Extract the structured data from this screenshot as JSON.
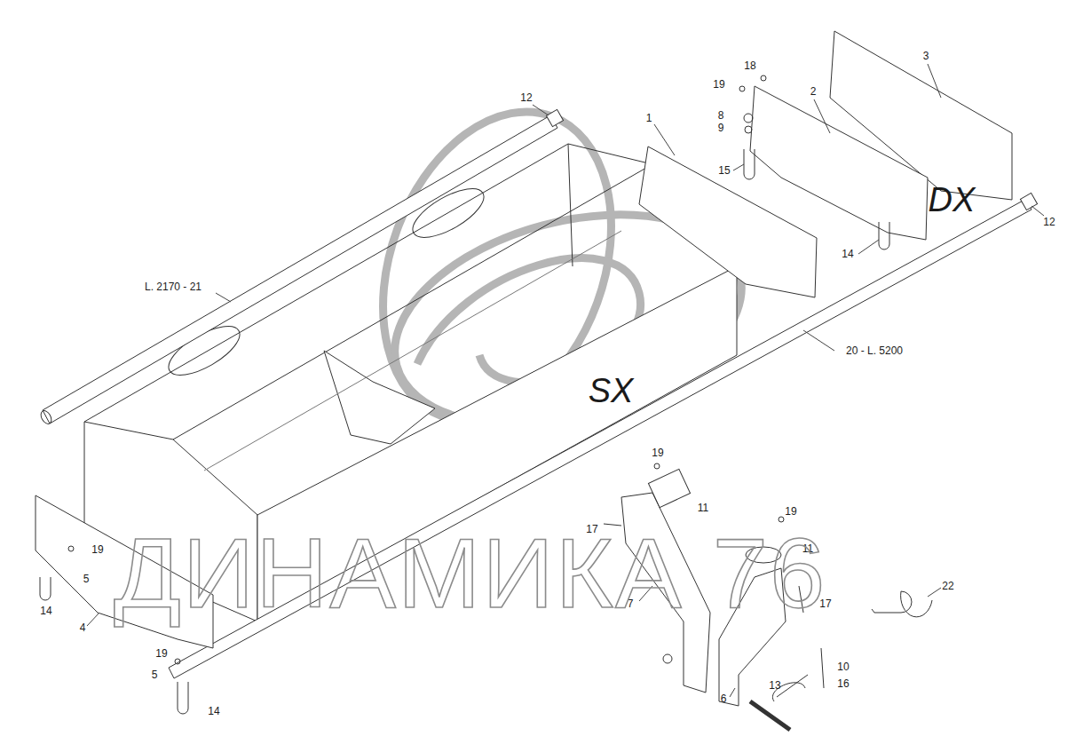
{
  "diagram": {
    "labels": [
      "3",
      "18",
      "2",
      "19",
      "8",
      "9",
      "1",
      "12",
      "15",
      "DX",
      "12",
      "14",
      "L. 2170 - 21",
      "20 - L. 5200",
      "SX",
      "19",
      "11",
      "17",
      "19",
      "11",
      "19",
      "5",
      "17",
      "22",
      "14",
      "4",
      "7",
      "19",
      "5",
      "10",
      "13",
      "16",
      "14",
      "6",
      "ДИНАМИКА 76"
    ]
  }
}
